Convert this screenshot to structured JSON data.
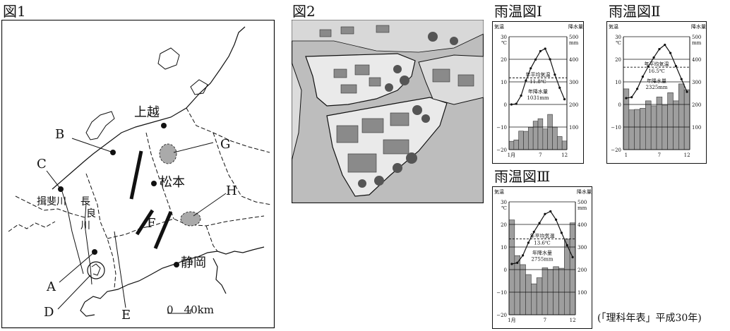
{
  "fig1": {
    "title": "図1",
    "labels": {
      "joetsu": "上越",
      "matsumoto": "松本",
      "shizuoka": "静岡",
      "ibigawa": "揖斐川",
      "nagara1": "長",
      "nagara2": "良",
      "nagara3": "川",
      "A": "A",
      "B": "B",
      "C": "C",
      "D": "D",
      "E": "E",
      "F": "F",
      "G": "G",
      "H": "H",
      "scale": "0　40km"
    }
  },
  "fig2": {
    "title": "図2"
  },
  "source": "(「理科年表」平成30年)",
  "chart_data": [
    {
      "type": "bar",
      "title": "雨温図Ⅰ",
      "categories": [
        "1",
        "2",
        "3",
        "4",
        "5",
        "6",
        "7",
        "8",
        "9",
        "10",
        "11",
        "12"
      ],
      "xtick_labels": [
        "1月",
        "7",
        "12"
      ],
      "ylabel_left": "気温 ℃",
      "ylabel_right": "降水量 mm",
      "ylim_left": [
        -20,
        30
      ],
      "ylim_right": [
        0,
        500
      ],
      "left_ticks": [
        "30",
        "20",
        "10",
        "0",
        "−10",
        "−20"
      ],
      "right_ticks": [
        "500",
        "400",
        "300",
        "200",
        "100"
      ],
      "series": [
        {
          "name": "気温",
          "kind": "line",
          "axis": "left",
          "values": [
            0.0,
            0.3,
            3.9,
            10.6,
            16.0,
            19.9,
            23.6,
            24.7,
            20.0,
            13.2,
            7.4,
            2.3
          ]
        },
        {
          "name": "降水量",
          "kind": "bar",
          "axis": "right",
          "values": [
            37,
            43,
            82,
            81,
            99,
            126,
            137,
            92,
            156,
            100,
            58,
            38
          ]
        }
      ],
      "annotation_mean_temp_label": "年平均気温",
      "annotation_mean_temp": "11.8℃",
      "mean_temp": 11.8,
      "annotation_precip_label": "年降水量",
      "annotation_precip": "1031mm"
    },
    {
      "type": "bar",
      "title": "雨温図Ⅱ",
      "categories": [
        "1",
        "2",
        "3",
        "4",
        "5",
        "6",
        "7",
        "8",
        "9",
        "10",
        "11",
        "12"
      ],
      "xtick_labels": [
        "1",
        "7",
        "12"
      ],
      "ylabel_left": "気温 ℃",
      "ylabel_right": "降水量 mm",
      "ylim_left": [
        -20,
        30
      ],
      "ylim_right": [
        0,
        500
      ],
      "left_ticks": [
        "30",
        "20",
        "10",
        "0",
        "−10",
        "−20"
      ],
      "right_ticks": [
        "500",
        "400",
        "300",
        "200",
        "100"
      ],
      "series": [
        {
          "name": "気温",
          "kind": "line",
          "axis": "left",
          "values": [
            2.8,
            3.2,
            6.9,
            12.3,
            16.8,
            20.8,
            24.5,
            26.4,
            22.8,
            17.0,
            11.2,
            5.6
          ]
        },
        {
          "name": "降水量",
          "kind": "bar",
          "axis": "right",
          "values": [
            269,
            176,
            178,
            183,
            216,
            194,
            233,
            197,
            252,
            216,
            291,
            265
          ]
        }
      ],
      "annotation_mean_temp_label": "年平均気温",
      "annotation_mean_temp": "16.5℃",
      "mean_temp": 16.5,
      "annotation_precip_label": "年降水量",
      "annotation_precip": "2325mm"
    },
    {
      "type": "bar",
      "title": "雨温図Ⅲ",
      "categories": [
        "1",
        "2",
        "3",
        "4",
        "5",
        "6",
        "7",
        "8",
        "9",
        "10",
        "11",
        "12"
      ],
      "xtick_labels": [
        "1月",
        "7",
        "12"
      ],
      "ylabel_left": "気温 ℃",
      "ylabel_right": "降水量 mm",
      "ylim_left": [
        -20,
        30
      ],
      "ylim_right": [
        0,
        500
      ],
      "left_ticks": [
        "30",
        "20",
        "10",
        "0",
        "−10",
        "−20"
      ],
      "right_ticks": [
        "500",
        "400",
        "300",
        "200",
        "100"
      ],
      "series": [
        {
          "name": "気温",
          "kind": "line",
          "axis": "left",
          "values": [
            2.5,
            3.0,
            6.3,
            11.9,
            16.7,
            20.6,
            24.6,
            25.8,
            22.1,
            16.3,
            10.8,
            5.5
          ]
        },
        {
          "name": "降水量",
          "kind": "bar",
          "axis": "right",
          "values": [
            420,
            262,
            222,
            178,
            137,
            164,
            208,
            201,
            213,
            206,
            335,
            407
          ]
        }
      ],
      "annotation_mean_temp_label": "年平均気温",
      "annotation_mean_temp": "13.6℃",
      "mean_temp": 13.6,
      "annotation_precip_label": "年降水量",
      "annotation_precip": "2755mm"
    }
  ]
}
